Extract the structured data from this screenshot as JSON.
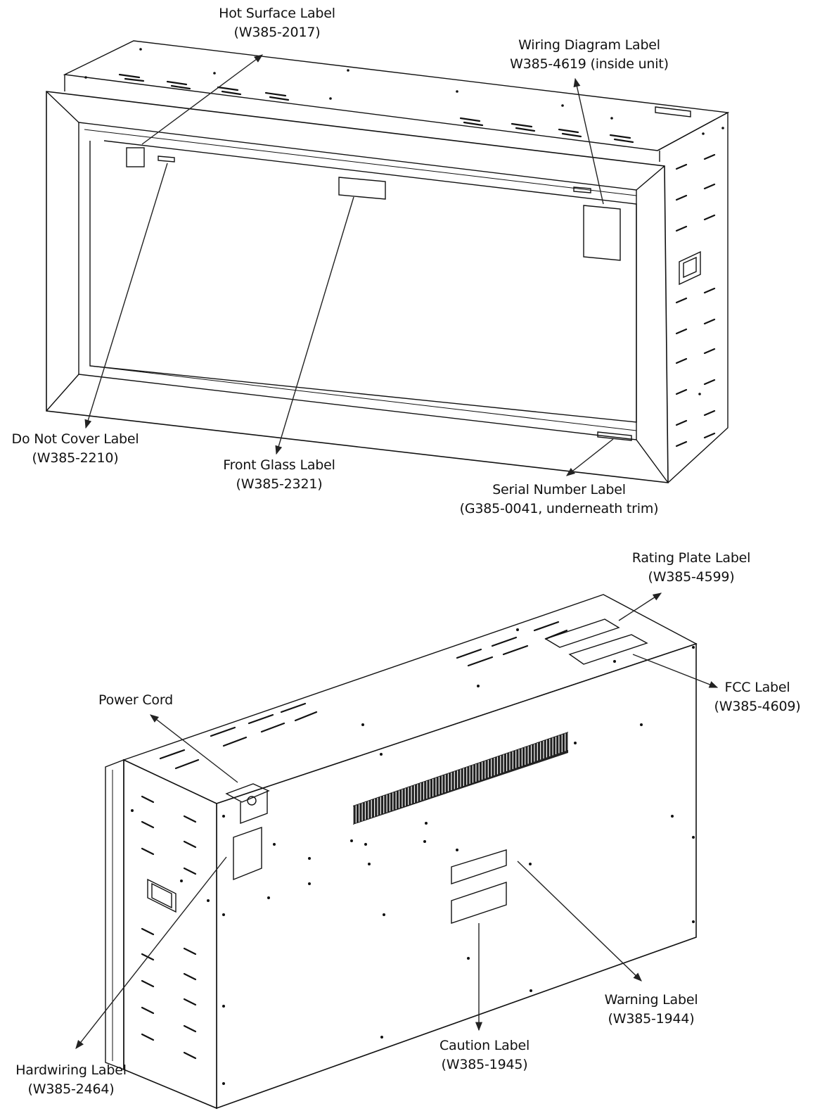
{
  "diagram": {
    "labels": [
      {
        "id": "hot-surface",
        "name": "Hot Surface Label",
        "code": "(W385-2017)"
      },
      {
        "id": "wiring-diagram",
        "name": "Wiring Diagram Label",
        "code": "W385-4619 (inside unit)"
      },
      {
        "id": "do-not-cover",
        "name": "Do Not Cover Label",
        "code": "(W385-2210)"
      },
      {
        "id": "front-glass",
        "name": "Front Glass Label",
        "code": "(W385-2321)"
      },
      {
        "id": "serial-number",
        "name": "Serial Number Label",
        "code": "(G385-0041, underneath trim)"
      },
      {
        "id": "rating-plate",
        "name": "Rating Plate Label",
        "code": "(W385-4599)"
      },
      {
        "id": "fcc",
        "name": "FCC Label",
        "code": "(W385-4609)"
      },
      {
        "id": "power-cord",
        "name": "Power Cord",
        "code": ""
      },
      {
        "id": "warning",
        "name": "Warning Label",
        "code": "(W385-1944)"
      },
      {
        "id": "caution",
        "name": "Caution Label",
        "code": "(W385-1945)"
      },
      {
        "id": "hardwiring",
        "name": "Hardwiring Label",
        "code": "(W385-2464)"
      }
    ]
  }
}
